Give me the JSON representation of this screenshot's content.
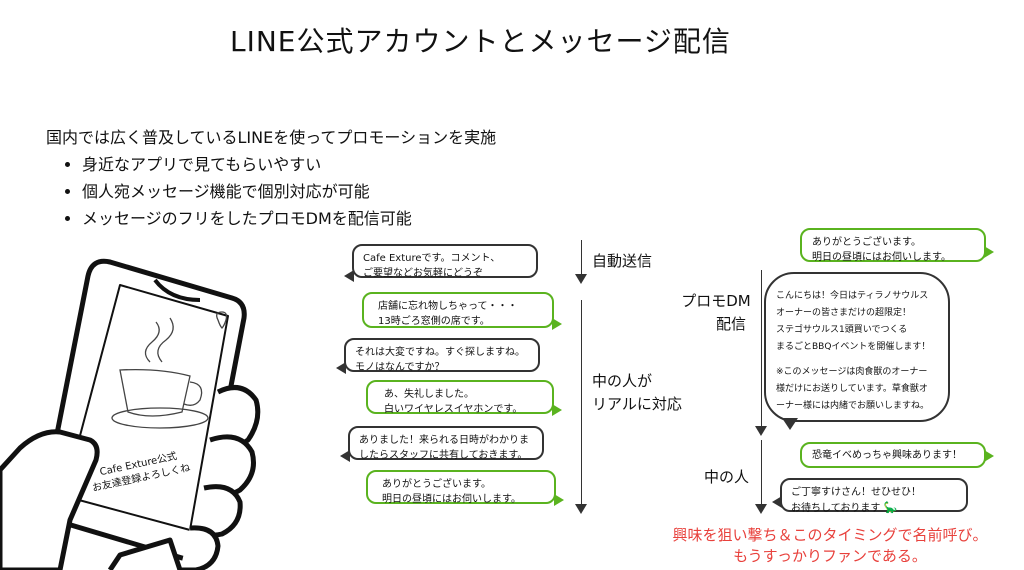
{
  "title": "LINE公式アカウントとメッセージ配信",
  "intro": {
    "lead": "国内では広く普及しているLINEを使ってプロモーションを実施",
    "bullets": [
      "身近なアプリで見てもらいやすい",
      "個人宛メッセージ機能で個別対応が可能",
      "メッセージのフリをしたプロモDMを配信可能"
    ]
  },
  "phone": {
    "caption_line1": "Cafe Exture公式",
    "caption_line2": "お友達登録よろしくね"
  },
  "flow_left": {
    "label_auto": "自動送信",
    "label_human_line1": "中の人が",
    "label_human_line2": "リアルに対応",
    "msg1_line1": "Cafe Extureです。コメント、",
    "msg1_line2": "ご要望などお気軽にどうぞ",
    "msg2_line1": "店舗に忘れ物しちゃって・・・",
    "msg2_line2": "13時ごろ窓側の席です。",
    "msg3_line1": "それは大変ですね。すぐ探しますね。",
    "msg3_line2": "モノはなんですか？",
    "msg4_line1": "あ、失礼しました。",
    "msg4_line2": "白いワイヤレスイヤホンです。",
    "msg5_line1": "ありました！来られる日時がわかりま",
    "msg5_line2": "したらスタッフに共有しておきます。",
    "msg6_line1": "ありがとうございます。",
    "msg6_line2": "明日の昼頃にはお伺いします。"
  },
  "flow_right": {
    "label_promo_line1": "プロモDM",
    "label_promo_line2": "配信",
    "label_human": "中の人",
    "msg1_line1": "ありがとうございます。",
    "msg1_line2": "明日の昼頃にはお伺いします。",
    "promo_line1": "こんにちは！今日はティラノサウルス",
    "promo_line2": "オーナーの皆さまだけの超限定！",
    "promo_line3": "ステゴサウルス1頭買いでつくる",
    "promo_line4": "まるごとBBQイベントを開催します！",
    "promo_line5": "※このメッセージは肉食獣のオーナー",
    "promo_line6": "様だけにお送りしています。草食獣オ",
    "promo_line7": "ーナー様には内緒でお願いしますね。",
    "msg2": "恐竜イベめっちゃ興味あります！",
    "msg3_line1": "ご丁寧すけさん！せひせひ！",
    "msg3_line2": "お待ちしております",
    "dino_icon": "dinosaur-icon"
  },
  "note": {
    "line1": "興味を狙い撃ち＆このタイミングで名前呼び。",
    "line2": "もうすっかりファンである。"
  },
  "colors": {
    "green": "#5ab31f",
    "red": "#e8413c",
    "ink": "#333333"
  }
}
